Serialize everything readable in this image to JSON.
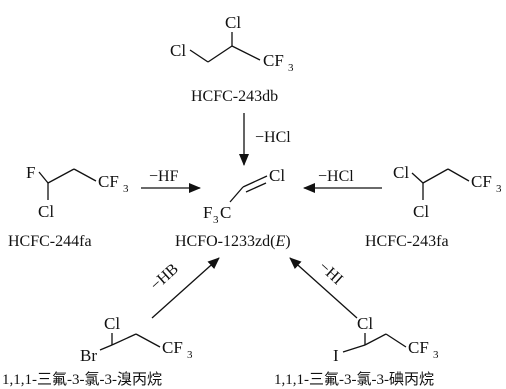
{
  "atoms": {
    "cl": "Cl",
    "f": "F",
    "br": "Br",
    "i": "I",
    "cf": "CF",
    "fc": "F",
    "c": "C",
    "sub3": "3"
  },
  "compounds": {
    "top": "HCFC-243db",
    "left": "HCFC-244fa",
    "right": "HCFC-243fa",
    "center_prefix": "HCFO-1233zd(",
    "center_iso": "E",
    "center_suffix": ")",
    "bottom_left": "1,1,1-三氟-3-氯-3-溴丙烷",
    "bottom_right": "1,1,1-三氟-3-氯-3-碘丙烷"
  },
  "reagents": {
    "top": "−HCl",
    "left": "−HF",
    "right": "−HCl",
    "bottom_left": "−HB",
    "bottom_right": "−HI"
  }
}
